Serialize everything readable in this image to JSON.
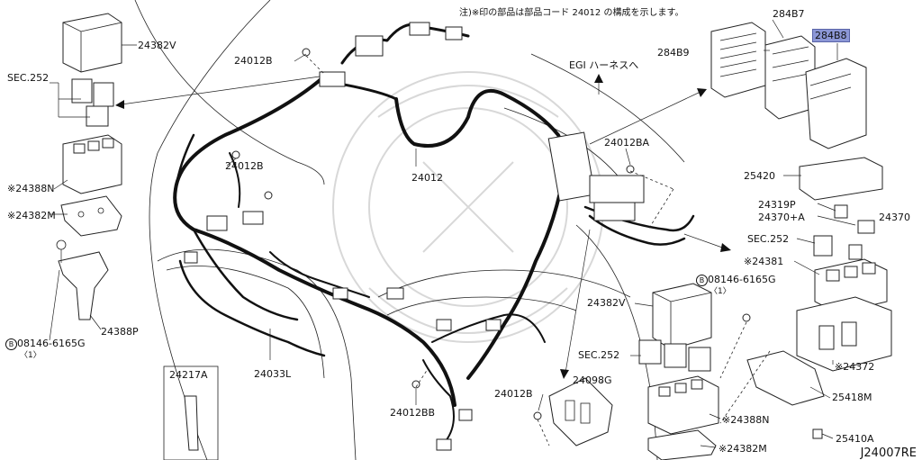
{
  "note": "注)※印の部品は部品コード 24012 の構成を示します。",
  "egi_label": "EGI ハーネスへ",
  "parts": {
    "p24382v_top": "24382V",
    "sec252_left": "SEC.252",
    "p24388n_left": "※24388N",
    "p24382m_left": "※24382M",
    "p24388p": "24388P",
    "bolt_left": "08146-6165G",
    "bolt_left_qty": "〈1〉",
    "p24012b_top": "24012B",
    "p24012b_mid": "24012B",
    "p24012_main": "24012",
    "p24033l": "24033L",
    "p24217a": "24217A",
    "p24012bb": "24012BB",
    "p24012ba": "24012BA",
    "p284b7": "284B7",
    "p284b9": "284B9",
    "p284b8": "284B8",
    "p25420": "25420",
    "p24319p": "24319P",
    "p24370a": "24370+A",
    "p24370": "24370",
    "sec252_right": "SEC.252",
    "p24381": "※24381",
    "bolt_right": "08146-6165G",
    "bolt_right_qty": "〈1〉",
    "p24382v_bot": "24382V",
    "sec252_bot": "SEC.252",
    "p24098g": "24098G",
    "p24012b_bot": "24012B",
    "p24388n_bot": "※24388N",
    "p24382m_bot": "※24382M",
    "p24372": "※24372",
    "p25418m": "25418M",
    "p25410a": "25410A"
  },
  "circle_b": "B",
  "diagram_ref": "J24007RE"
}
